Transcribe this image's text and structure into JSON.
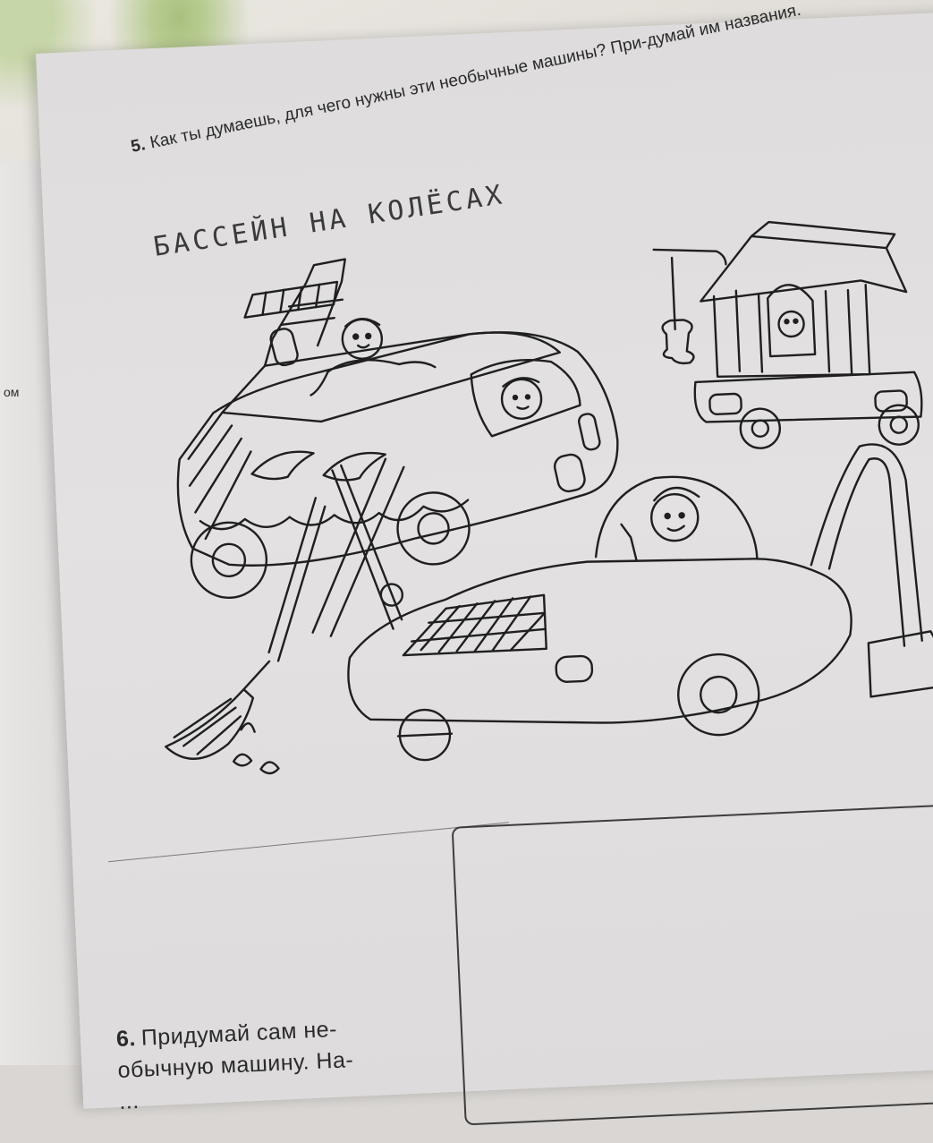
{
  "task5": {
    "number": "5.",
    "text": "Как ты думаешь, для чего нужны эти необычные машины? При-думай им названия."
  },
  "handwritten_answer": "БАССЕЙН НА КОЛЁСАХ",
  "left_page_fragment": "ом",
  "task6": {
    "number": "6.",
    "line1": "Придумай сам не-",
    "line2": "обычную машину. На-",
    "line3": "..."
  },
  "illustration": {
    "description_icons": [
      "pool-car-icon",
      "doghouse-car-icon",
      "vacuum-sweeper-car-icon"
    ]
  },
  "colors": {
    "paper": "#dedcdc",
    "ink": "#2a2a2a",
    "fabric_green": "#a9c07e"
  }
}
